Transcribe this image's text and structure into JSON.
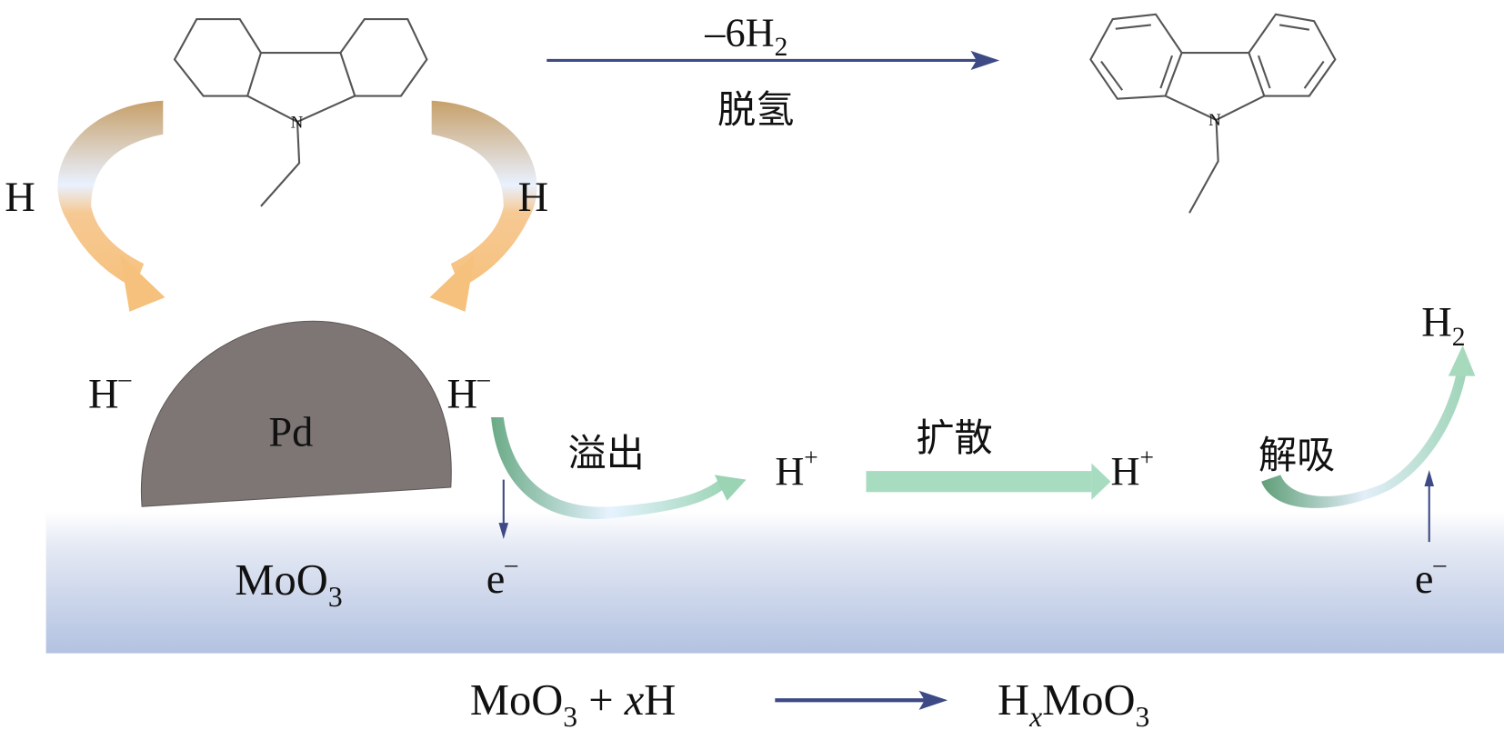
{
  "top_reaction": {
    "removed": "–6H",
    "removed_sub": "2",
    "label": "脱氢"
  },
  "left_h": "H",
  "right_h": "H",
  "pd_label": "Pd",
  "hydride_left": "H",
  "hydride_right": "H",
  "minus": "–",
  "steps": {
    "spillover": "溢出",
    "diffusion": "扩散",
    "desorption": "解吸"
  },
  "proton": "H",
  "plus": "+",
  "h2": "H",
  "h2_sub": "2",
  "electron": "e",
  "support": {
    "label": "MoO",
    "sub": "3"
  },
  "bottom_equation": {
    "lhs": "MoO",
    "lhs_sub": "3",
    "plus_x": " + ",
    "x": "x",
    "h": "H",
    "rhs_h": "H",
    "rhs_x": "x",
    "rhs_mo": "MoO",
    "rhs_sub": "3"
  },
  "colors": {
    "navy": "#3d4a85",
    "pd": "#7d7675",
    "orange": "#f5c586",
    "green": "#8fcfa8",
    "slab": "#b5c4e2"
  }
}
